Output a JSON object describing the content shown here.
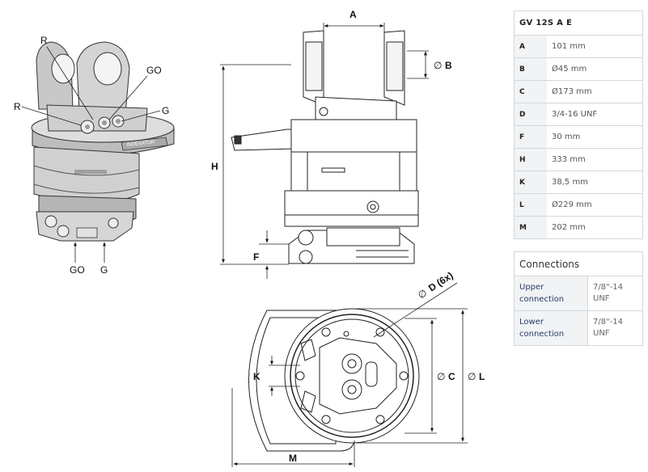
{
  "labels": {
    "r_top": "R",
    "r_left": "R",
    "go_top": "GO",
    "g_right": "G",
    "go_bottom": "GO",
    "g_bottom": "G",
    "brand": "INDEXATOR",
    "dim_a": "A",
    "dim_b": "B",
    "dim_h": "H",
    "dim_f": "F",
    "dim_d": "D (6x)",
    "dim_k": "K",
    "dim_c": "C",
    "dim_l": "L",
    "dim_m": "M",
    "diameter": "∅"
  },
  "spec": {
    "title": "GV 12S A E",
    "rows": [
      {
        "key": "A",
        "value": "101 mm"
      },
      {
        "key": "B",
        "value": "Ø45 mm"
      },
      {
        "key": "C",
        "value": "Ø173 mm"
      },
      {
        "key": "D",
        "value": "3/4-16 UNF"
      },
      {
        "key": "F",
        "value": "30 mm"
      },
      {
        "key": "H",
        "value": "333 mm"
      },
      {
        "key": "K",
        "value": "38,5 mm"
      },
      {
        "key": "L",
        "value": "Ø229 mm"
      },
      {
        "key": "M",
        "value": "202 mm"
      }
    ]
  },
  "connections": {
    "title": "Connections",
    "rows": [
      {
        "key": "Upper connection",
        "value": "7/8\"-14 UNF"
      },
      {
        "key": "Lower connection",
        "value": "7/8\"-14 UNF"
      }
    ]
  },
  "colors": {
    "body": "#d9d9d9",
    "shade": "#b8b8b8",
    "line": "#222222",
    "table_border": "#d3d7db",
    "table_key_bg": "#f1f3f5"
  }
}
